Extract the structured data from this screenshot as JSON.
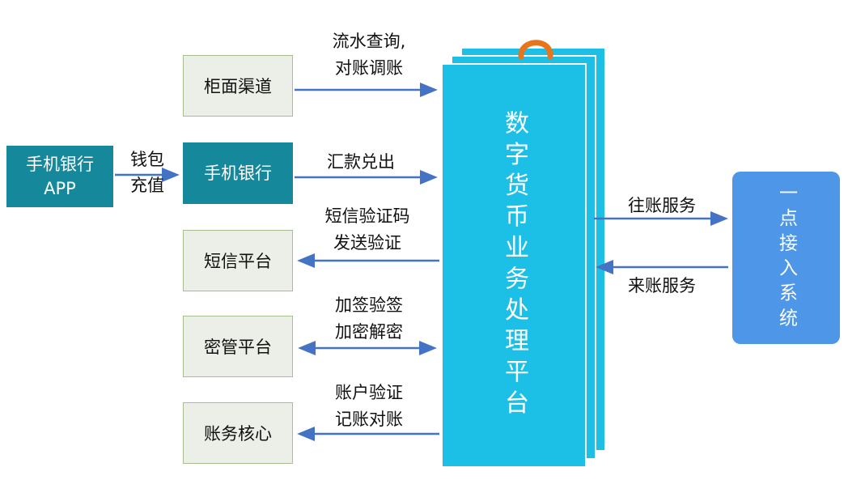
{
  "colors": {
    "teal": "#15889B",
    "cyan": "#1CC0E6",
    "light_fill": "#ECEFE7",
    "light_border": "#A8BE8C",
    "blue": "#4D96E8",
    "arrow": "#4472C4",
    "orange": "#E8741B",
    "text_dark": "#111111",
    "text_light": "#FFFFFF"
  },
  "nodes": {
    "mobile_app": {
      "line1": "手机银行",
      "line2": "APP"
    },
    "counter_channel": {
      "label": "柜面渠道"
    },
    "mobile_bank": {
      "label": "手机银行"
    },
    "sms_platform": {
      "label": "短信平台"
    },
    "key_platform": {
      "label": "密管平台"
    },
    "accounting_core": {
      "label": "账务核心"
    },
    "dc_platform": {
      "label": "数字货币业务处理平台"
    },
    "access_system": {
      "label": "一点接入系统"
    }
  },
  "edges": {
    "wallet_recharge": {
      "line1": "钱包",
      "line2": "充值"
    },
    "statement_query": {
      "line1": "流水查询,",
      "line2": "对账调账"
    },
    "remit_redeem": {
      "label": "汇款兑出"
    },
    "sms_code": {
      "line1": "短信验证码",
      "line2": "发送验证"
    },
    "sign_verify": {
      "line1": "加签验签",
      "line2": "加密解密"
    },
    "account_check": {
      "line1": "账户验证",
      "line2": "记账对账"
    },
    "outgoing_service": {
      "label": "往账服务"
    },
    "incoming_service": {
      "label": "来账服务"
    }
  }
}
